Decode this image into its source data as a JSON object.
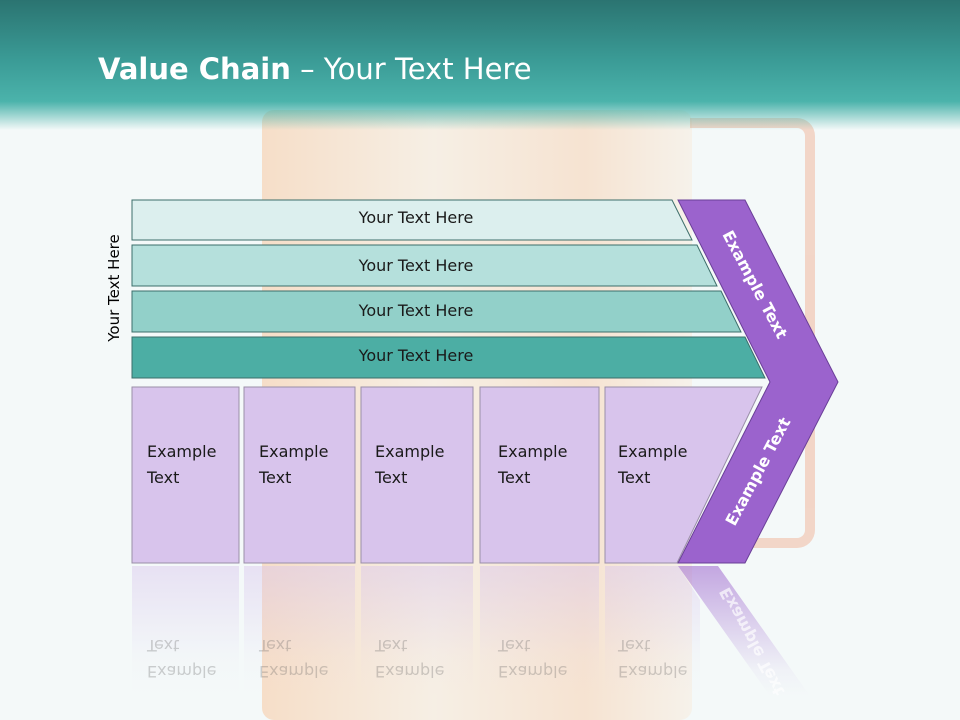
{
  "slide": {
    "title_bold": "Value Chain",
    "title_rest": " – Your Text Here"
  },
  "side_label": "Your Text Here",
  "bars": [
    {
      "label": "Your Text Here",
      "color": "#dcefee"
    },
    {
      "label": "Your Text Here",
      "color": "#b5e0dc"
    },
    {
      "label": "Your Text Here",
      "color": "#92d0c9"
    },
    {
      "label": "Your Text Here",
      "color": "#4caea4"
    }
  ],
  "boxes": [
    {
      "line1": "Example",
      "line2": "Text"
    },
    {
      "line1": "Example",
      "line2": "Text"
    },
    {
      "line1": "Example",
      "line2": "Text"
    },
    {
      "line1": "Example",
      "line2": "Text"
    },
    {
      "line1": "Example",
      "line2": "Text"
    }
  ],
  "chevron": {
    "upper_text": "Example Text",
    "lower_text": "Example Text",
    "color": "#9b63cd"
  },
  "colors": {
    "box_fill": "#d8c4ec",
    "box_border": "#9a8fa8",
    "header": "#2f8a85"
  }
}
